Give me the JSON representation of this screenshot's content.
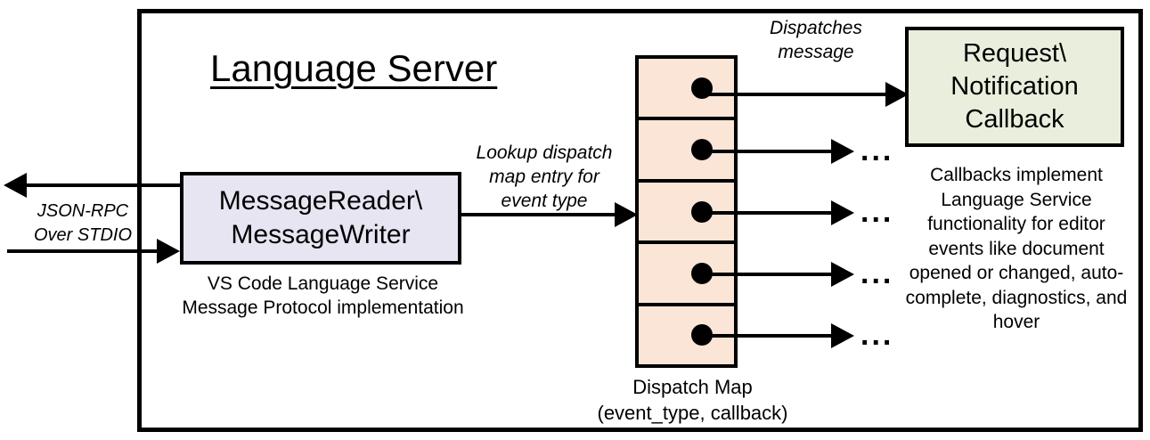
{
  "diagram": {
    "title": "Language Server",
    "boxes": {
      "reader_writer": {
        "label": "MessageReader\\\nMessageWriter",
        "caption": "VS Code Language Service\nMessage Protocol implementation",
        "fill": "#e8e5f2"
      },
      "callback": {
        "label": "Request\\\nNotification\nCallback",
        "caption": "Callbacks implement Language Service functionality for editor events like document opened or changed, auto-complete, diagnostics, and hover",
        "fill": "#e9eedd"
      },
      "dispatch_map": {
        "caption": "Dispatch Map\n(event_type, callback)",
        "fill": "#fbe5d6",
        "row_count": 5,
        "rows": [
          {
            "name": "dispatch-row-1",
            "target": "Request\\Notification Callback"
          },
          {
            "name": "dispatch-row-2",
            "target": "..."
          },
          {
            "name": "dispatch-row-3",
            "target": "..."
          },
          {
            "name": "dispatch-row-4",
            "target": "..."
          },
          {
            "name": "dispatch-row-5",
            "target": "..."
          }
        ]
      }
    },
    "edge_labels": {
      "jsonrpc": "JSON-RPC\nOver STDIO",
      "lookup": "Lookup dispatch\nmap entry for\nevent type",
      "dispatches": "Dispatches\nmessage"
    },
    "ellipsis": "...",
    "colors": {
      "stroke": "#000000",
      "background": "#ffffff"
    }
  }
}
